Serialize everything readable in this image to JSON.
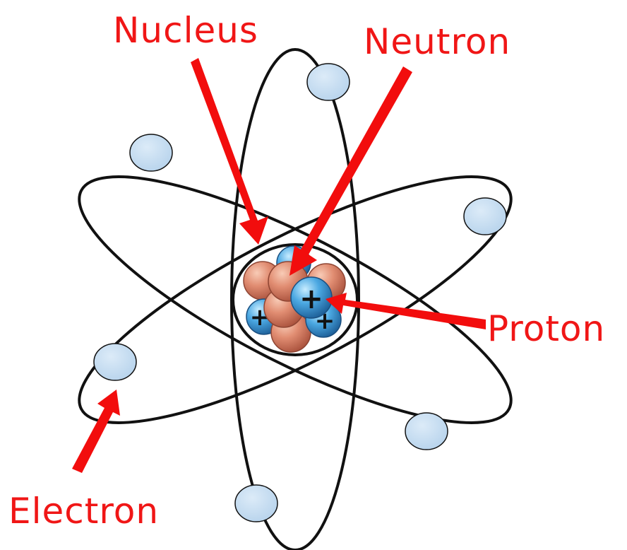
{
  "labels": {
    "nucleus": "Nucleus",
    "neutron": "Neutron",
    "proton": "Proton",
    "electron": "Electron"
  },
  "proton_sign": "+",
  "colors": {
    "label": "#f01616",
    "arrow": "#f20d0d",
    "orbit": "#111111",
    "electron_fill": "#bfd8ee",
    "neutron_fill": "#d97f66",
    "proton_fill": "#3f9fdc"
  }
}
